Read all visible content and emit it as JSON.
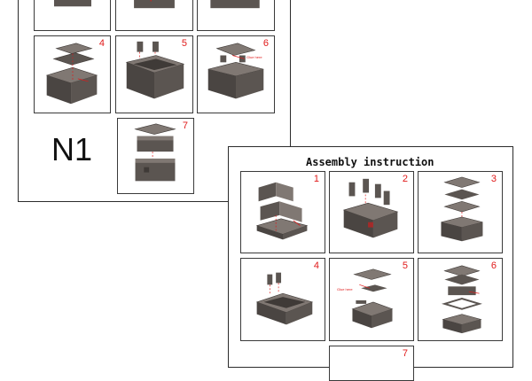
{
  "sheet_n1": {
    "label": "N1",
    "steps": [
      "4",
      "5",
      "6",
      "7"
    ],
    "note_text": "Glue here"
  },
  "sheet_assembly": {
    "title": "Assembly instruction",
    "steps": [
      "1",
      "2",
      "3",
      "4",
      "5",
      "6",
      "7"
    ],
    "note_text": "Glue here"
  },
  "colors": {
    "part": "#5b5551",
    "part_dark": "#3f3a37",
    "part_light": "#807873",
    "marker": "#e01919"
  }
}
